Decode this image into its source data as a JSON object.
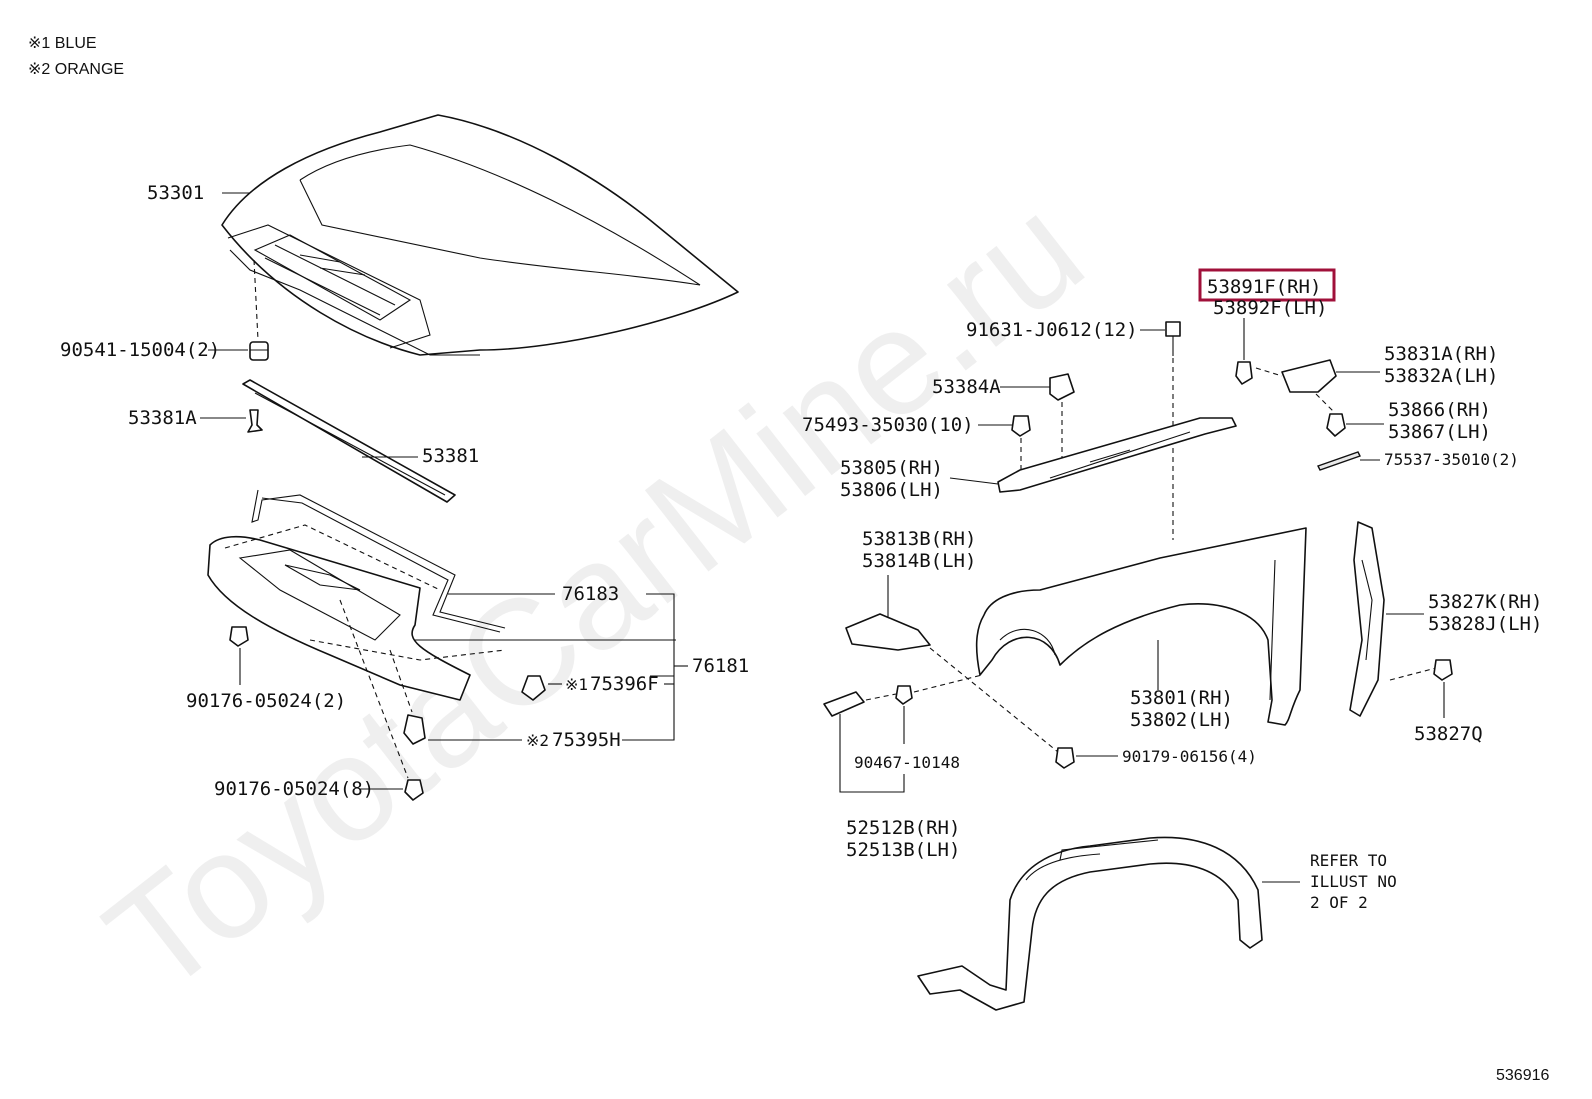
{
  "legend": [
    "※1 BLUE",
    "※2 ORANGE"
  ],
  "watermark": "ToyotaCarMine.ru",
  "page_code": "536916",
  "highlight_color": "#a0103a",
  "refer_note": [
    "REFER TO",
    "ILLUST NO",
    "2 OF 2"
  ],
  "parts": {
    "p53301": "53301",
    "p90541": "90541-15004(2)",
    "p53381A": "53381A",
    "p53381": "53381",
    "p76183": "76183",
    "p76181": "76181",
    "p75396F_mark": "※1",
    "p75396F": "75396F",
    "p75395H_mark": "※2",
    "p75395H": "75395H",
    "p90176a": "90176-05024(2)",
    "p90176b": "90176-05024(8)",
    "p53891F": "53891F(RH)",
    "p53892F": "53892F(LH)",
    "p91631": "91631-J0612(12)",
    "p53384A": "53384A",
    "p53831A": "53831A(RH)",
    "p53832A": "53832A(LH)",
    "p75493": "75493-35030(10)",
    "p53866": "53866(RH)",
    "p53867": "53867(LH)",
    "p75537": "75537-35010(2)",
    "p53805": "53805(RH)",
    "p53806": "53806(LH)",
    "p53813B": "53813B(RH)",
    "p53814B": "53814B(LH)",
    "p53827K": "53827K(RH)",
    "p53828J": "53828J(LH)",
    "p53801": "53801(RH)",
    "p53802": "53802(LH)",
    "p53827Q": "53827Q",
    "p90467": "90467-10148",
    "p90179": "90179-06156(4)",
    "p52512B": "52512B(RH)",
    "p52513B": "52513B(LH)"
  }
}
